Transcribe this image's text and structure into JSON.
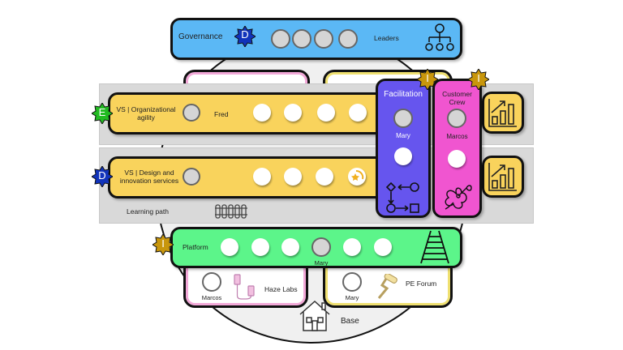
{
  "governance": {
    "label": "Governance",
    "badge": "D",
    "role": "Leaders"
  },
  "value_streams": [
    {
      "label_line1": "VS | Organizational",
      "label_line2": "agility",
      "badge": "E",
      "member": "Fred"
    },
    {
      "label_line1": "VS | Design and",
      "label_line2": "innovation services",
      "badge": "D"
    }
  ],
  "learning_path": {
    "label": "Learning path"
  },
  "facilitation": {
    "label": "Facilitation",
    "badge": "I",
    "member": "Mary"
  },
  "customer_crew": {
    "label_line1": "Customer",
    "label_line2": "Crew",
    "badge": "I",
    "member": "Marcos"
  },
  "platform": {
    "label": "Platform",
    "badge": "I",
    "member": "Mary"
  },
  "communities": [
    {
      "label": "Haze Labs",
      "member": "Marcos"
    },
    {
      "label": "PE Forum",
      "member": "Mary"
    }
  ],
  "base": {
    "label": "Base"
  },
  "colors": {
    "governance": "#5bb8f5",
    "value_stream": "#f9d35c",
    "facilitation": "#6655ee",
    "customer_crew": "#f055d0",
    "platform": "#5cf58a",
    "badge_E": "#22bb22",
    "badge_D": "#1133bb",
    "badge_I": "#c8960c"
  }
}
